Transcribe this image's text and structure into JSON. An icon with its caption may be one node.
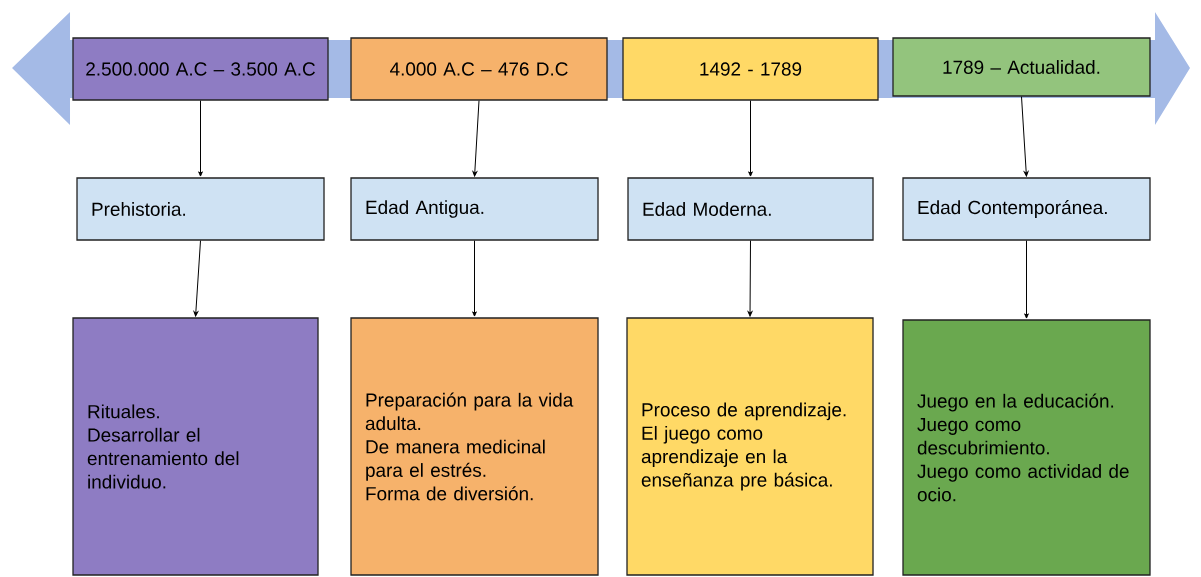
{
  "diagram": {
    "nodes": [
      {
        "text": [
          "2.500.000 A.C – 3.500 A.C"
        ]
      },
      {
        "text": [
          "4.000 A.C – 476 D.C"
        ]
      },
      {
        "text": [
          "1492 - 1789"
        ]
      },
      {
        "text": [
          "1789 – Actualidad."
        ]
      },
      {
        "text": [
          "Prehistoria."
        ]
      },
      {
        "text": [
          "Edad Antigua."
        ]
      },
      {
        "text": [
          "Edad Moderna."
        ]
      },
      {
        "text": [
          "Edad Contemporánea."
        ]
      },
      {
        "text": [
          "Rituales.",
          "Desarrollar el entrenamiento del individuo."
        ]
      },
      {
        "text": [
          "Preparación para la vida adulta.",
          "De manera medicinal para el estrés.",
          "Forma de diversión."
        ]
      },
      {
        "text": [
          "Proceso de aprendizaje.",
          "El juego como aprendizaje en la enseñanza pre básica."
        ]
      },
      {
        "text": [
          "Juego en la educación.",
          "Juego como descubrimiento.",
          "Juego como actividad de ocio."
        ]
      }
    ],
    "edges": [
      {
        "from": 0,
        "to": 4,
        "arrow": "to"
      },
      {
        "from": 1,
        "to": 5,
        "arrow": "to"
      },
      {
        "from": 2,
        "to": 6,
        "arrow": "to"
      },
      {
        "from": 3,
        "to": 7,
        "arrow": "to"
      },
      {
        "from": 4,
        "to": 8,
        "arrow": "to"
      },
      {
        "from": 5,
        "to": 9,
        "arrow": "to"
      },
      {
        "from": 6,
        "to": 10,
        "arrow": "to"
      },
      {
        "from": 7,
        "to": 11,
        "arrow": "to"
      }
    ]
  }
}
